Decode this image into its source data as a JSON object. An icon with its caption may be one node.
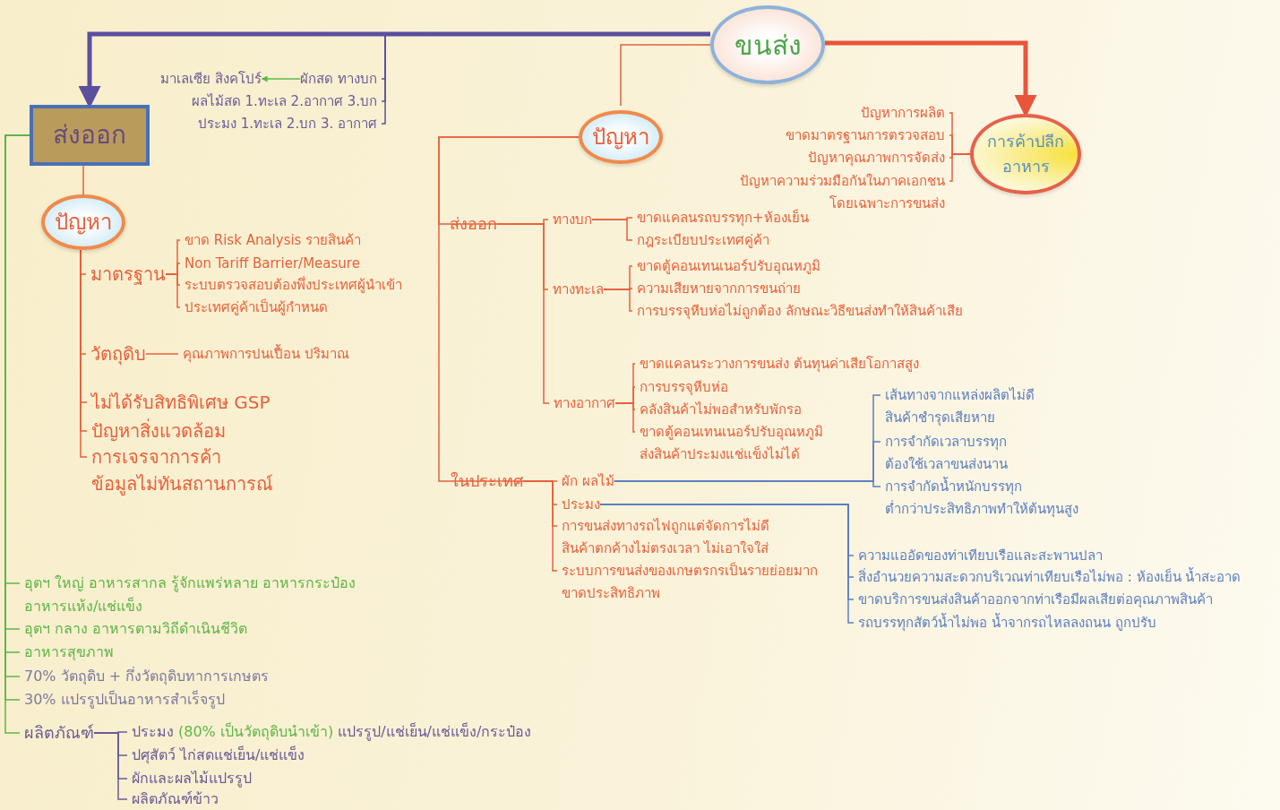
{
  "diagram": {
    "nodes": [
      {
        "text": [
          "ขนส่ง"
        ]
      },
      {
        "text": [
          "ส่งออก"
        ]
      },
      {
        "text": [
          "การค้าปลีก อาหาร"
        ]
      },
      {
        "text": [
          "ผักสด ทางบก"
        ]
      },
      {
        "text": [
          "มาเลเซีย สิงคโปร์"
        ]
      },
      {
        "text": [
          "ผลไม้สด 1.ทะเล 2.อากาศ 3.บก"
        ]
      },
      {
        "text": [
          "ประมง 1.ทะเล 2.บก 3. อากาศ"
        ]
      },
      {
        "text": [
          "ปัญหา"
        ]
      },
      {
        "text": [
          "มาตรฐาน"
        ]
      },
      {
        "text": [
          "ขาด Risk Analysis รายสินค้า"
        ]
      },
      {
        "text": [
          "Non Tariff Barrier/Measure"
        ]
      },
      {
        "text": [
          "ระบบตรวจสอบต้องพึ่งประเทศผู้นำเข้า"
        ]
      },
      {
        "text": [
          "ประเทศคู่ค้าเป็นผู้กำหนด"
        ]
      },
      {
        "text": [
          "วัตถุดิบ"
        ]
      },
      {
        "text": [
          "คุณภาพการปนเปื้อน ปริมาณ"
        ]
      },
      {
        "text": [
          "ไม่ได้รับสิทธิพิเศษ GSP"
        ]
      },
      {
        "text": [
          "ปัญหาสิ่งแวดล้อม"
        ]
      },
      {
        "text": [
          "การเจรจาการค้า ข้อมูลไม่ทันสถานการณ์"
        ]
      },
      {
        "text": [
          "อุตฯ ใหญ่ อาหารสากล รู้จักแพร่หลาย อาหารกระป๋อง อาหารแห้ง/แช่แข็ง"
        ]
      },
      {
        "text": [
          "อุตฯ กลาง อาหารตามวิถีดำเนินชีวิต"
        ]
      },
      {
        "text": [
          "อาหารสุขภาพ"
        ]
      },
      {
        "text": [
          "70% วัตถุดิบ + กึ่งวัตถุดิบทาการเกษตร"
        ]
      },
      {
        "text": [
          "30% แปรรูปเป็นอาหารสำเร็จรูป"
        ]
      },
      {
        "text": [
          "ผลิตภัณฑ์"
        ]
      },
      {
        "text": [
          "ประมง",
          "(80% เป็นวัตถุดิบนำเข้า)",
          "แปรรูป/แช่เย็น/แช่แข็ง/กระป๋อง"
        ]
      },
      {
        "text": [
          "ปศุสัตว์ ไก่สดแช่เย็น/แช่แข็ง"
        ]
      },
      {
        "text": [
          "ผักและผลไม้แปรรูป"
        ]
      },
      {
        "text": [
          "ผลิตภัณฑ์ข้าว"
        ]
      },
      {
        "text": [
          "ปัญหา"
        ]
      },
      {
        "text": [
          "ส่งออก"
        ]
      },
      {
        "text": [
          "ทางบก"
        ]
      },
      {
        "text": [
          "ขาดแคลนรถบรรทุก+ห้องเย็น"
        ]
      },
      {
        "text": [
          "กฎระเบียบประเทศคู่ค้า"
        ]
      },
      {
        "text": [
          "ทางทะเล"
        ]
      },
      {
        "text": [
          "ขาดตู้คอนเทนเนอร์ปรับอุณหภูมิ"
        ]
      },
      {
        "text": [
          "ความเสียหายจากการขนถ่าย"
        ]
      },
      {
        "text": [
          "การบรรจุหีบห่อไม่ถูกต้อง ลักษณะวิธีขนส่งทำให้สินค้าเสีย"
        ]
      },
      {
        "text": [
          "ทางอากาศ"
        ]
      },
      {
        "text": [
          "ขาดแคลนระวางการขนส่ง ต้นทุนค่าเสียโอกาสสูง"
        ]
      },
      {
        "text": [
          "การบรรจุหีบห่อ"
        ]
      },
      {
        "text": [
          "คลังสินค้าไม่พอสำหรับพักรอ"
        ]
      },
      {
        "text": [
          "ขาดตู้คอนเทนเนอร์ปรับอุณหภูมิ ส่งสินค้าประมงแช่แข็งไม่ได้"
        ]
      },
      {
        "text": [
          "ในประเทศ"
        ]
      },
      {
        "text": [
          "ผัก ผลไม้"
        ]
      },
      {
        "text": [
          "เส้นทางจากแหล่งผลิตไม่ดี สินค้าชำรุดเสียหาย"
        ]
      },
      {
        "text": [
          "การจำกัดเวลาบรรทุก ต้องใช้เวลาขนส่งนาน"
        ]
      },
      {
        "text": [
          "การจำกัดน้ำหนักบรรทุก ต่ำกว่าประสิทธิภาพทำให้ต้นทุนสูง"
        ]
      },
      {
        "text": [
          "ประมง"
        ]
      },
      {
        "text": [
          "ความแออัดของท่าเทียบเรือและสะพานปลา"
        ]
      },
      {
        "text": [
          "สิ่งอำนวยความสะดวกบริเวณท่าเทียบเรือไม่พอ : ห้องเย็น น้ำสะอาด"
        ]
      },
      {
        "text": [
          "ขาดบริการขนส่งสินค้าออกจากท่าเรือมีผลเสียต่อคุณภาพสินค้า"
        ]
      },
      {
        "text": [
          "รถบรรทุกสัตว์น้ำไม่พอ น้ำจากรถไหลลงถนน ถูกปรับ"
        ]
      },
      {
        "text": [
          "การขนส่งทางรถไฟถูกแต่จัดการไม่ดี สินค้าตกค้างไม่ตรงเวลา ไม่เอาใจใส่"
        ]
      },
      {
        "text": [
          "ระบบการขนส่งของเกษตรกรเป็นรายย่อยมาก ขาดประสิทธิภาพ"
        ]
      },
      {
        "text": [
          "ปัญหาการผลิต"
        ]
      },
      {
        "text": [
          "ขาดมาตรฐานการตรวจสอบ"
        ]
      },
      {
        "text": [
          "ปัญหาคุณภาพการจัดส่ง"
        ]
      },
      {
        "text": [
          "ปัญหาความร่วมมือกันในภาคเอกชน โดยเฉพาะการขนส่ง"
        ]
      }
    ],
    "edges": [
      {
        "from": 0,
        "to": 1,
        "arrow": "to",
        "style": "thick",
        "color": "#5b4f9e"
      },
      {
        "from": 0,
        "to": 2,
        "arrow": "to",
        "style": "thick",
        "color": "#e8553a"
      },
      {
        "from": 0,
        "to": 3,
        "arrow": "none",
        "color": "#5b4f9e"
      },
      {
        "from": 0,
        "to": 5,
        "arrow": "none",
        "color": "#5b4f9e"
      },
      {
        "from": 0,
        "to": 6,
        "arrow": "none",
        "color": "#5b4f9e"
      },
      {
        "from": 3,
        "to": 4,
        "arrow": "to",
        "color": "#5cb84a"
      },
      {
        "from": 1,
        "to": 7,
        "arrow": "none"
      },
      {
        "from": 7,
        "to": 8,
        "arrow": "none"
      },
      {
        "from": 7,
        "to": 13,
        "arrow": "none"
      },
      {
        "from": 7,
        "to": 15,
        "arrow": "none"
      },
      {
        "from": 7,
        "to": 16,
        "arrow": "none"
      },
      {
        "from": 7,
        "to": 17,
        "arrow": "none"
      },
      {
        "from": 8,
        "to": 9,
        "arrow": "none"
      },
      {
        "from": 8,
        "to": 10,
        "arrow": "none"
      },
      {
        "from": 8,
        "to": 11,
        "arrow": "none"
      },
      {
        "from": 8,
        "to": 12,
        "arrow": "none"
      },
      {
        "from": 13,
        "to": 14,
        "arrow": "none"
      },
      {
        "from": 1,
        "to": 18,
        "arrow": "none",
        "color": "#5fb548"
      },
      {
        "from": 1,
        "to": 19,
        "arrow": "none",
        "color": "#5fb548"
      },
      {
        "from": 1,
        "to": 20,
        "arrow": "none",
        "color": "#5fb548"
      },
      {
        "from": 1,
        "to": 21,
        "arrow": "none",
        "color": "#5fb548"
      },
      {
        "from": 1,
        "to": 22,
        "arrow": "none",
        "color": "#5fb548"
      },
      {
        "from": 1,
        "to": 23,
        "arrow": "none",
        "color": "#5fb548"
      },
      {
        "from": 23,
        "to": 24,
        "arrow": "none",
        "color": "#6b5b95"
      },
      {
        "from": 23,
        "to": 25,
        "arrow": "none",
        "color": "#6b5b95"
      },
      {
        "from": 23,
        "to": 26,
        "arrow": "none",
        "color": "#6b5b95"
      },
      {
        "from": 23,
        "to": 27,
        "arrow": "none",
        "color": "#6b5b95"
      },
      {
        "from": 0,
        "to": 28,
        "arrow": "none"
      },
      {
        "from": 28,
        "to": 29,
        "arrow": "none"
      },
      {
        "from": 28,
        "to": 42,
        "arrow": "none"
      },
      {
        "from": 29,
        "to": 30,
        "arrow": "none"
      },
      {
        "from": 29,
        "to": 33,
        "arrow": "none"
      },
      {
        "from": 29,
        "to": 37,
        "arrow": "none"
      },
      {
        "from": 30,
        "to": 31,
        "arrow": "none"
      },
      {
        "from": 30,
        "to": 32,
        "arrow": "none"
      },
      {
        "from": 33,
        "to": 34,
        "arrow": "none"
      },
      {
        "from": 33,
        "to": 35,
        "arrow": "none"
      },
      {
        "from": 33,
        "to": 36,
        "arrow": "none"
      },
      {
        "from": 37,
        "to": 38,
        "arrow": "none"
      },
      {
        "from": 37,
        "to": 39,
        "arrow": "none"
      },
      {
        "from": 37,
        "to": 40,
        "arrow": "none"
      },
      {
        "from": 37,
        "to": 41,
        "arrow": "none"
      },
      {
        "from": 42,
        "to": 43,
        "arrow": "none"
      },
      {
        "from": 42,
        "to": 47,
        "arrow": "none"
      },
      {
        "from": 42,
        "to": 52,
        "arrow": "none"
      },
      {
        "from": 42,
        "to": 53,
        "arrow": "none"
      },
      {
        "from": 43,
        "to": 44,
        "arrow": "none",
        "color": "#5b7fbf"
      },
      {
        "from": 43,
        "to": 45,
        "arrow": "none",
        "color": "#5b7fbf"
      },
      {
        "from": 43,
        "to": 46,
        "arrow": "none",
        "color": "#5b7fbf"
      },
      {
        "from": 47,
        "to": 48,
        "arrow": "none",
        "color": "#5b7fbf"
      },
      {
        "from": 47,
        "to": 49,
        "arrow": "none",
        "color": "#5b7fbf"
      },
      {
        "from": 47,
        "to": 50,
        "arrow": "none",
        "color": "#5b7fbf"
      },
      {
        "from": 47,
        "to": 51,
        "arrow": "none",
        "color": "#5b7fbf"
      },
      {
        "from": 2,
        "to": 54,
        "arrow": "none"
      },
      {
        "from": 2,
        "to": 55,
        "arrow": "none"
      },
      {
        "from": 2,
        "to": 56,
        "arrow": "none"
      },
      {
        "from": 2,
        "to": 57,
        "arrow": "none"
      }
    ]
  }
}
